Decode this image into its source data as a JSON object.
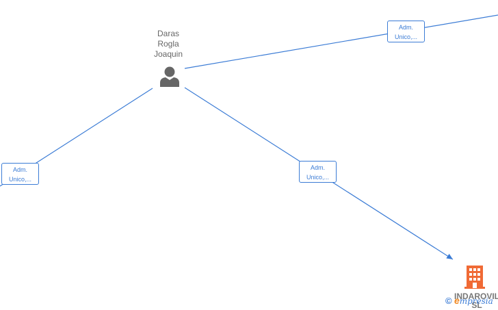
{
  "person": {
    "name_lines": [
      "Daras",
      "Rogla",
      "Joaquin"
    ],
    "icon": "person-icon"
  },
  "edges": [
    {
      "id": "top",
      "label_lines": [
        "Adm.",
        "Unico,..."
      ]
    },
    {
      "id": "left",
      "label_lines": [
        "Adm.",
        "Unico,..."
      ]
    },
    {
      "id": "middle",
      "label_lines": [
        "Adm.",
        "Unico,..."
      ]
    }
  ],
  "company": {
    "name_lines": [
      "INDAROVIL",
      "SL"
    ],
    "icon": "building-icon"
  },
  "watermark": {
    "copyright": "©",
    "brand_initial": "e",
    "brand_rest": "mpresia"
  },
  "colors": {
    "edge": "#3a7bd5",
    "person_icon": "#666666",
    "company_icon": "#f06a35",
    "person_text": "#666666"
  }
}
